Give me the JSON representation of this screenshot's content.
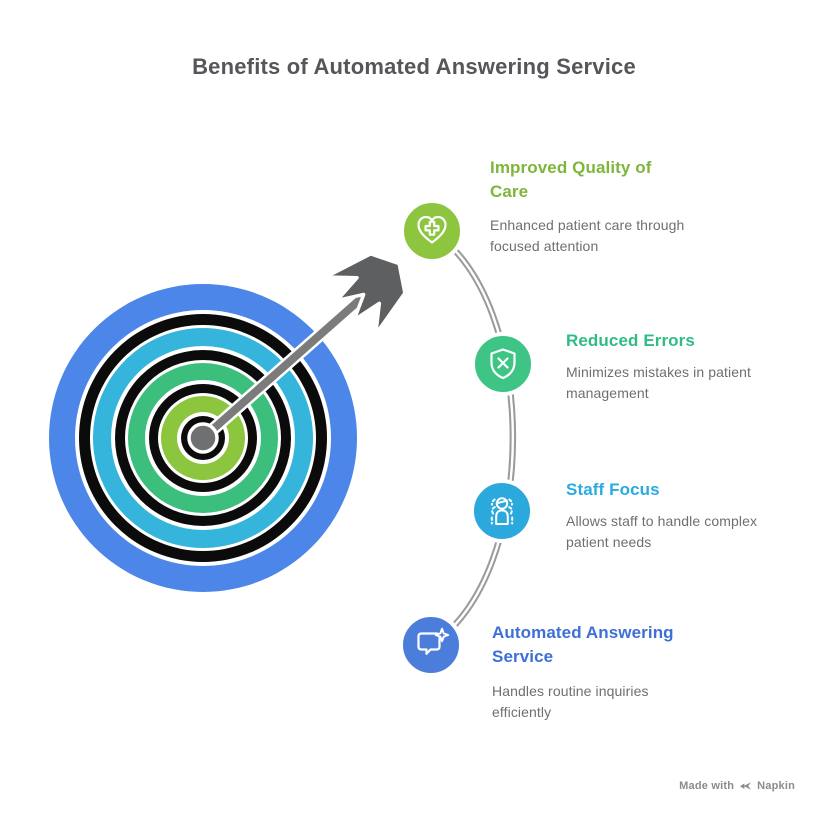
{
  "title": "Benefits of Automated Answering Service",
  "nodes": [
    {
      "title": "Improved Quality of Care",
      "description": "Enhanced patient care through focused attention",
      "circle_color": "#8DC53F",
      "title_color": "#7EB53C",
      "icon": "heart-plus-icon"
    },
    {
      "title": "Reduced Errors",
      "description": "Minimizes mistakes in patient management",
      "circle_color": "#3EC585",
      "title_color": "#31BC85",
      "icon": "shield-x-icon"
    },
    {
      "title": "Staff Focus",
      "description": "Allows staff to handle complex patient needs",
      "circle_color": "#2BA9DC",
      "title_color": "#29ABE2",
      "icon": "staff-group-icon"
    },
    {
      "title": "Automated Answering Service",
      "description": "Handles routine inquiries efficiently",
      "circle_color": "#4B7EDB",
      "title_color": "#3D6FD6",
      "icon": "chat-sparkle-icon"
    }
  ],
  "target": {
    "ring_blue": "#4C86E9",
    "ring_cyan": "#35B5DC",
    "ring_emerald": "#3CBE7D",
    "ring_center_green": "#8CC63F",
    "ring_black": "#0B0B0B",
    "arrow_shaft_color": "#7B7B7B",
    "arrow_fletching_color": "#5D5F61",
    "arrow_tip_color": "#6F7072"
  },
  "connector": {
    "color": "#9A9B9C"
  },
  "watermark": {
    "prefix": "Made with",
    "brand": "Napkin"
  }
}
